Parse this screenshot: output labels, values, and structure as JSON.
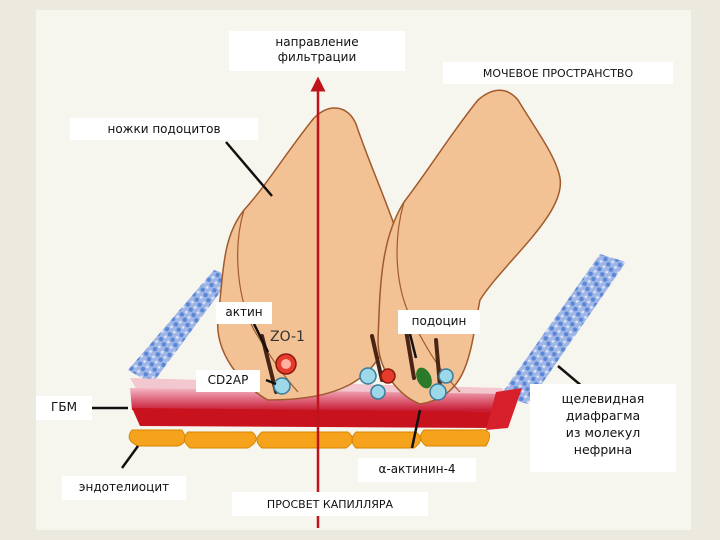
{
  "labels": {
    "filtration_direction": "направление\nфильтрации",
    "urinary_space": "МОЧЕВОЕ ПРОСТРАНСТВО",
    "podocyte_feet": "ножки подоцитов",
    "actin": "актин",
    "podocin": "подоцин",
    "zo1": "ZO-1",
    "cd2ap": "CD2AP",
    "gbm": "ГБМ",
    "slit_diaphragm": "щелевидная\nдиафрагма\nиз молекул\nнефрина",
    "alpha_actinin": "α-актинин-4",
    "endotheliocyte": "эндотелиоцит",
    "capillary_lumen": "ПРОСВЕТ КАПИЛЛЯРА"
  },
  "colors": {
    "arrow": "#c0141c",
    "foot_fill": "#f2c294",
    "gbm_red": "#d8202c",
    "endothelium": "#f5a31c",
    "nephrin_blue": "#4a7ad0"
  }
}
